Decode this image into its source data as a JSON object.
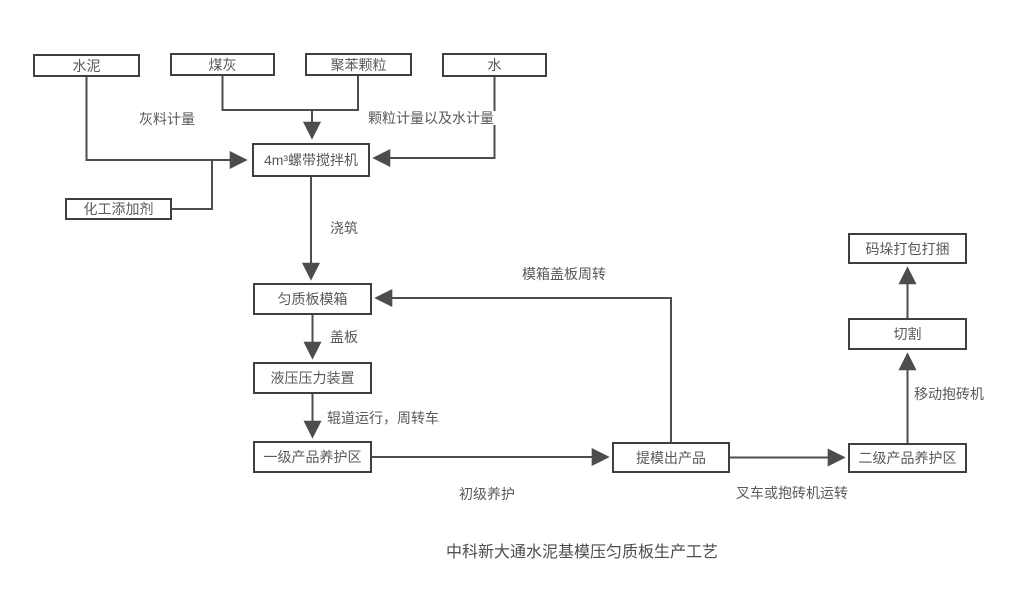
{
  "diagram": {
    "title": "中科新大通水泥基模压匀质板生产工艺",
    "nodes": {
      "cement": {
        "label": "水泥"
      },
      "coal_ash": {
        "label": "煤灰"
      },
      "polystyrene": {
        "label": "聚苯颗粒"
      },
      "water": {
        "label": "水"
      },
      "mixer": {
        "label": "4m³螺带搅拌机"
      },
      "additive": {
        "label": "化工添加剂"
      },
      "mold_box": {
        "label": "匀质板模箱"
      },
      "hydraulic_press": {
        "label": "液压压力装置"
      },
      "curing_area_1": {
        "label": "一级产品养护区"
      },
      "demold_product": {
        "label": "提模出产品"
      },
      "curing_area_2": {
        "label": "二级产品养护区"
      },
      "cutting": {
        "label": "切割"
      },
      "stack_pack": {
        "label": "码垛打包打捆"
      }
    },
    "edge_labels": {
      "ash_metering": "灰料计量",
      "particle_water_metering": "颗粒计量以及水计量",
      "pouring": "浇筑",
      "cover_plate": "盖板",
      "roller_turnover_cart": "辊道运行，周转车",
      "primary_curing": "初级养护",
      "mold_cover_turnover": "模箱盖板周转",
      "forklift_transfer": "叉车或抱砖机运转",
      "mobile_brick_machine": "移动抱砖机"
    },
    "colors": {
      "line": "#4d4d4d",
      "box_border": "#3f3f3f",
      "text": "#595959",
      "background": "#ffffff"
    }
  }
}
